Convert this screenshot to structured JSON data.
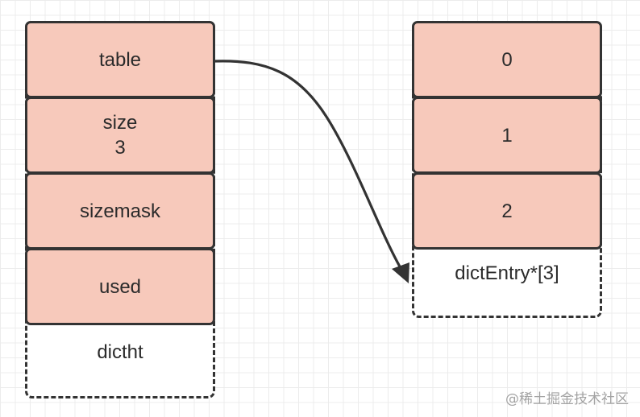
{
  "dictht": {
    "label": "dictht",
    "fields": [
      {
        "name": "table"
      },
      {
        "name": "size",
        "value": "3"
      },
      {
        "name": "sizemask"
      },
      {
        "name": "used"
      }
    ]
  },
  "dict_entry_array": {
    "label": "dictEntry*[3]",
    "slots": [
      "0",
      "1",
      "2"
    ]
  },
  "watermark": "@稀土掘金技术社区",
  "colors": {
    "cell_fill": "#f7c9bb",
    "stroke": "#333333",
    "grid": "#ececec"
  }
}
